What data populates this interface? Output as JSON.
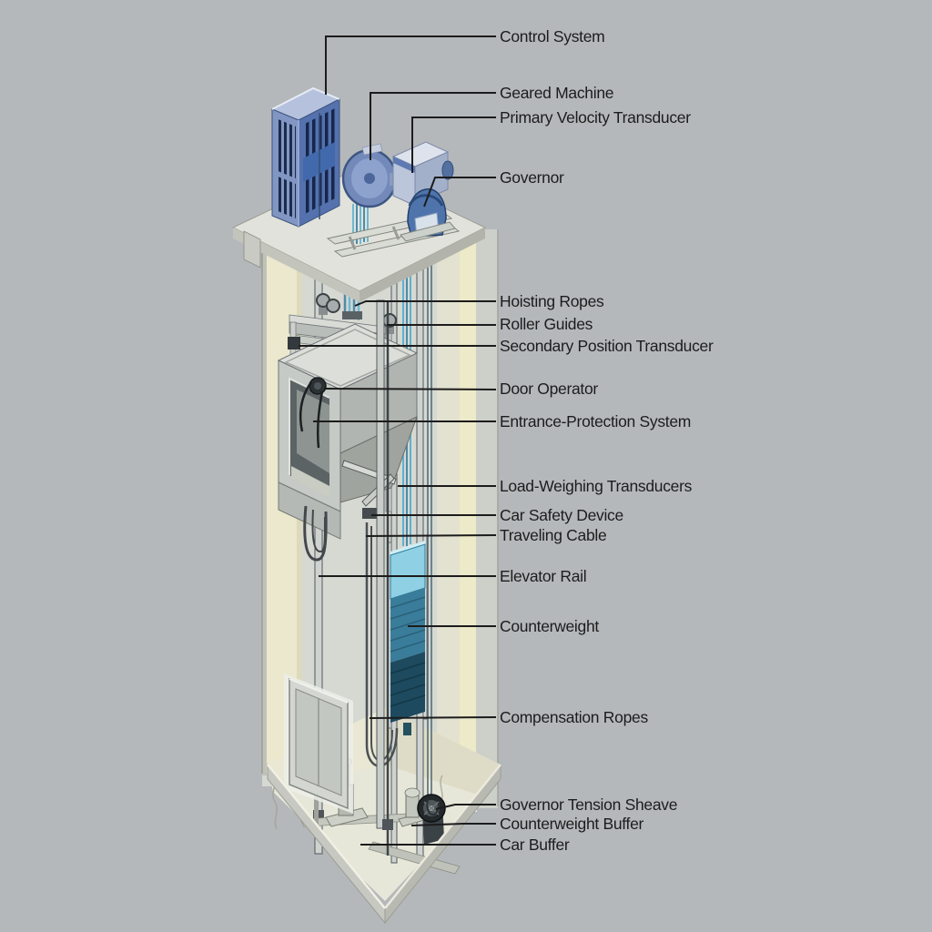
{
  "diagram_title": "Elevator system cutaway diagram",
  "colors": {
    "background": "#b5b8bb",
    "label_text": "#1c1c1c",
    "leader_line": "#1c1c1c",
    "cabinet_blue_left": "#8196c2",
    "cabinet_blue_right": "#5572ae",
    "cabinet_slot_dark": "#1b2b4c",
    "machine_disc_blue": "#7289ba",
    "rope_cyan": "#6db8d2",
    "counterweight_teal_mid": "#3a7d9a",
    "counterweight_teal_dark": "#1d4a5f",
    "counterweight_cap_cyan": "#8fd0e4",
    "shaft_cream": "#ebe8cd",
    "platform_gray": "#e1e2db",
    "pit_cream": "#eae8d4"
  },
  "labels": [
    {
      "id": "control-system",
      "text": "Control System"
    },
    {
      "id": "geared-machine",
      "text": "Geared Machine"
    },
    {
      "id": "primary-velocity-transducer",
      "text": "Primary Velocity Transducer"
    },
    {
      "id": "governor",
      "text": "Governor"
    },
    {
      "id": "hoisting-ropes",
      "text": "Hoisting Ropes"
    },
    {
      "id": "roller-guides",
      "text": "Roller Guides"
    },
    {
      "id": "secondary-position-transducer",
      "text": "Secondary Position Transducer"
    },
    {
      "id": "door-operator",
      "text": "Door Operator"
    },
    {
      "id": "entrance-protection-system",
      "text": "Entrance-Protection System"
    },
    {
      "id": "load-weighing-transducers",
      "text": "Load-Weighing Transducers"
    },
    {
      "id": "car-safety-device",
      "text": "Car Safety Device"
    },
    {
      "id": "traveling-cable",
      "text": "Traveling Cable"
    },
    {
      "id": "elevator-rail",
      "text": "Elevator Rail"
    },
    {
      "id": "counterweight",
      "text": "Counterweight"
    },
    {
      "id": "compensation-ropes",
      "text": "Compensation Ropes"
    },
    {
      "id": "governor-tension-sheave",
      "text": "Governor Tension Sheave"
    },
    {
      "id": "counterweight-buffer",
      "text": "Counterweight Buffer"
    },
    {
      "id": "car-buffer",
      "text": "Car Buffer"
    }
  ]
}
